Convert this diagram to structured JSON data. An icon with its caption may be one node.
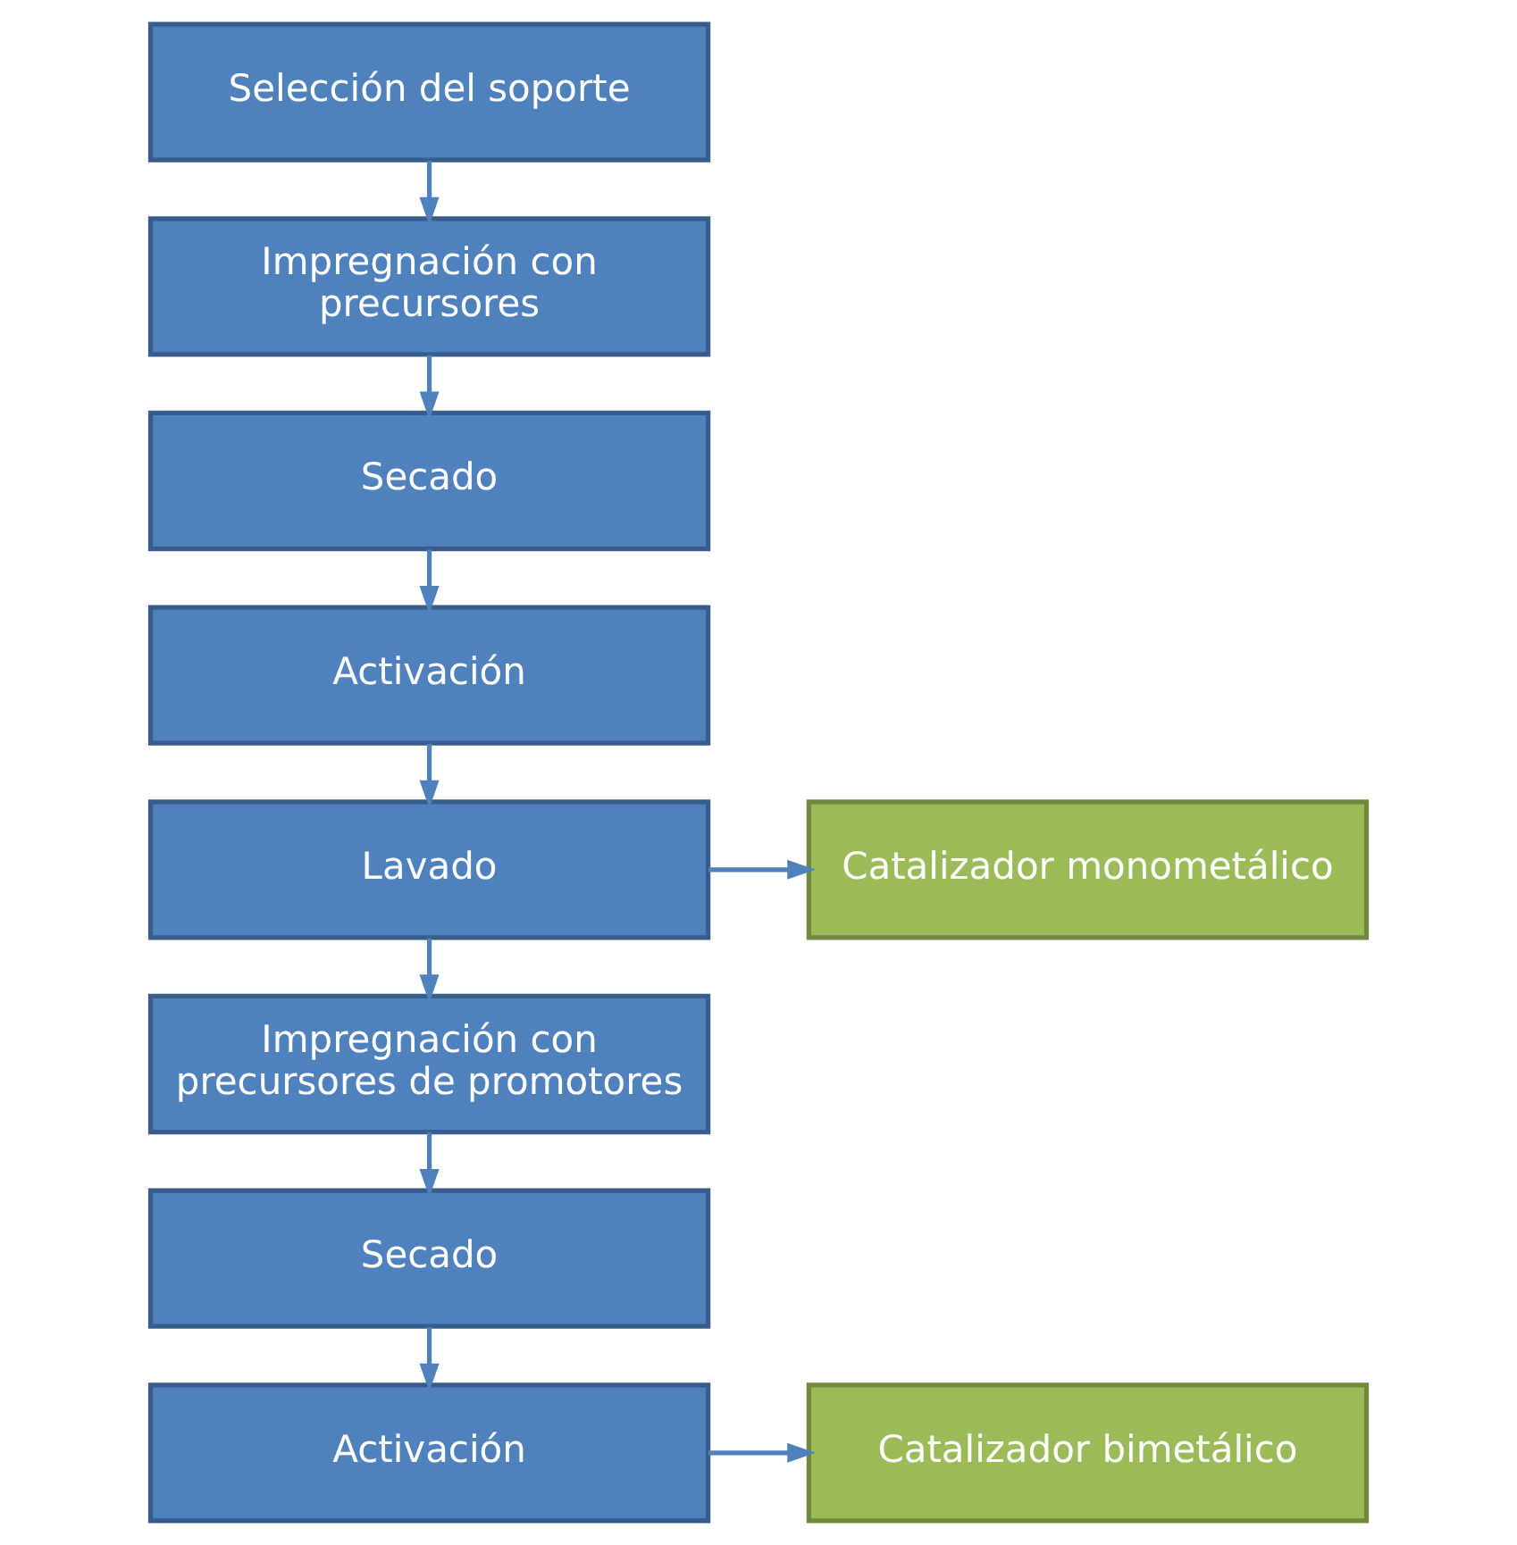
{
  "diagram": {
    "nodes": [
      {
        "text": [
          "Selección del soporte"
        ]
      },
      {
        "text": [
          "Impregnación con precursores"
        ]
      },
      {
        "text": [
          "Secado"
        ]
      },
      {
        "text": [
          "Activación"
        ]
      },
      {
        "text": [
          "Lavado"
        ]
      },
      {
        "text": [
          "Catalizador monometálico"
        ]
      },
      {
        "text": [
          "Impregnación con precursores de promotores"
        ]
      },
      {
        "text": [
          "Secado"
        ]
      },
      {
        "text": [
          "Activación"
        ]
      },
      {
        "text": [
          "Catalizador bimetálico"
        ]
      }
    ],
    "edges": [
      {
        "from": 0,
        "to": 1,
        "arrow": "to"
      },
      {
        "from": 1,
        "to": 2,
        "arrow": "to"
      },
      {
        "from": 2,
        "to": 3,
        "arrow": "to"
      },
      {
        "from": 3,
        "to": 4,
        "arrow": "to"
      },
      {
        "from": 4,
        "to": 5,
        "arrow": "to"
      },
      {
        "from": 4,
        "to": 6,
        "arrow": "to"
      },
      {
        "from": 6,
        "to": 7,
        "arrow": "to"
      },
      {
        "from": 7,
        "to": 8,
        "arrow": "to"
      },
      {
        "from": 8,
        "to": 9,
        "arrow": "to"
      }
    ]
  }
}
